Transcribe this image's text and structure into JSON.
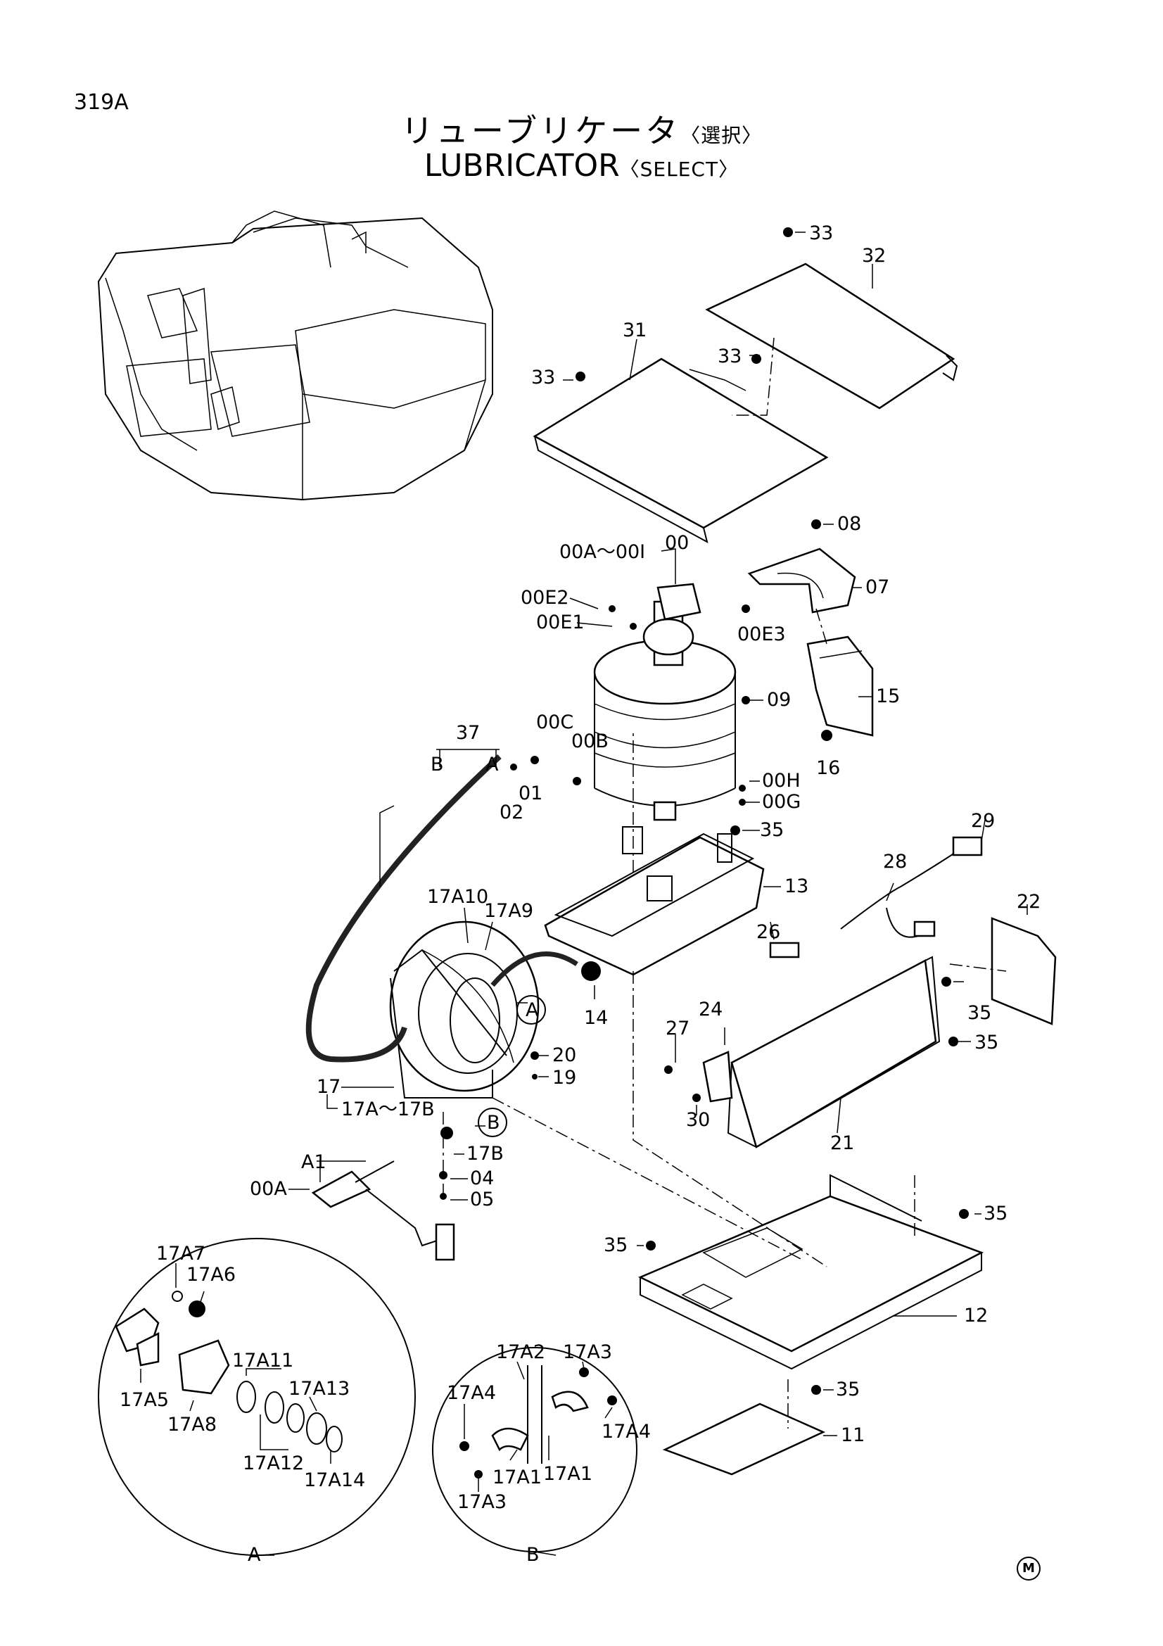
{
  "page_code": "319A",
  "title_jp": "リューブリケータ",
  "title_jp_suffix": "〈選択〉",
  "title_en": "LUBRICATOR",
  "title_en_suffix": "〈SELECT〉",
  "mark": "M",
  "detail_a_label": "A",
  "detail_b_label": "B",
  "callouts": {
    "c33a": "33",
    "c32": "32",
    "c31": "31",
    "c33b": "33",
    "c33c": "33",
    "c08": "08",
    "c00range": "00A～00I",
    "c00": "00",
    "c07": "07",
    "c00E2": "00E2",
    "c00E1": "00E1",
    "c00E3": "00E3",
    "c15": "15",
    "c09": "09",
    "c16": "16",
    "c37": "37",
    "cB": "B",
    "cA": "A",
    "c00C": "00C",
    "c00B": "00B",
    "c01": "01",
    "c02": "02",
    "c00H": "00H",
    "c00G": "00G",
    "c35a": "35",
    "c29": "29",
    "c13": "13",
    "c28": "28",
    "c22": "22",
    "c17A10": "17A10",
    "c17A9": "17A9",
    "c26": "26",
    "circA": "A",
    "c14": "14",
    "c35b": "35",
    "c24": "24",
    "c35c": "35",
    "c27": "27",
    "c20": "20",
    "c19": "19",
    "c17": "17",
    "c17range": "17A～17B",
    "c30": "30",
    "c21": "21",
    "circB": "B",
    "c17B": "17B",
    "cA1": "A1",
    "c00A": "00A",
    "c04": "04",
    "c05": "05",
    "c35d": "35",
    "c35e": "35",
    "c12": "12",
    "c35f": "35",
    "c11": "11",
    "c17A7": "17A7",
    "c17A6": "17A6",
    "c17A11": "17A11",
    "c17A13": "17A13",
    "c17A5": "17A5",
    "c17A8": "17A8",
    "c17A12": "17A12",
    "c17A14": "17A14",
    "c17A2": "17A2",
    "c17A3a": "17A3",
    "c17A4a": "17A4",
    "c17A4b": "17A4",
    "c17A1a": "17A1",
    "c17A1b": "17A1",
    "c17A3b": "17A3"
  }
}
